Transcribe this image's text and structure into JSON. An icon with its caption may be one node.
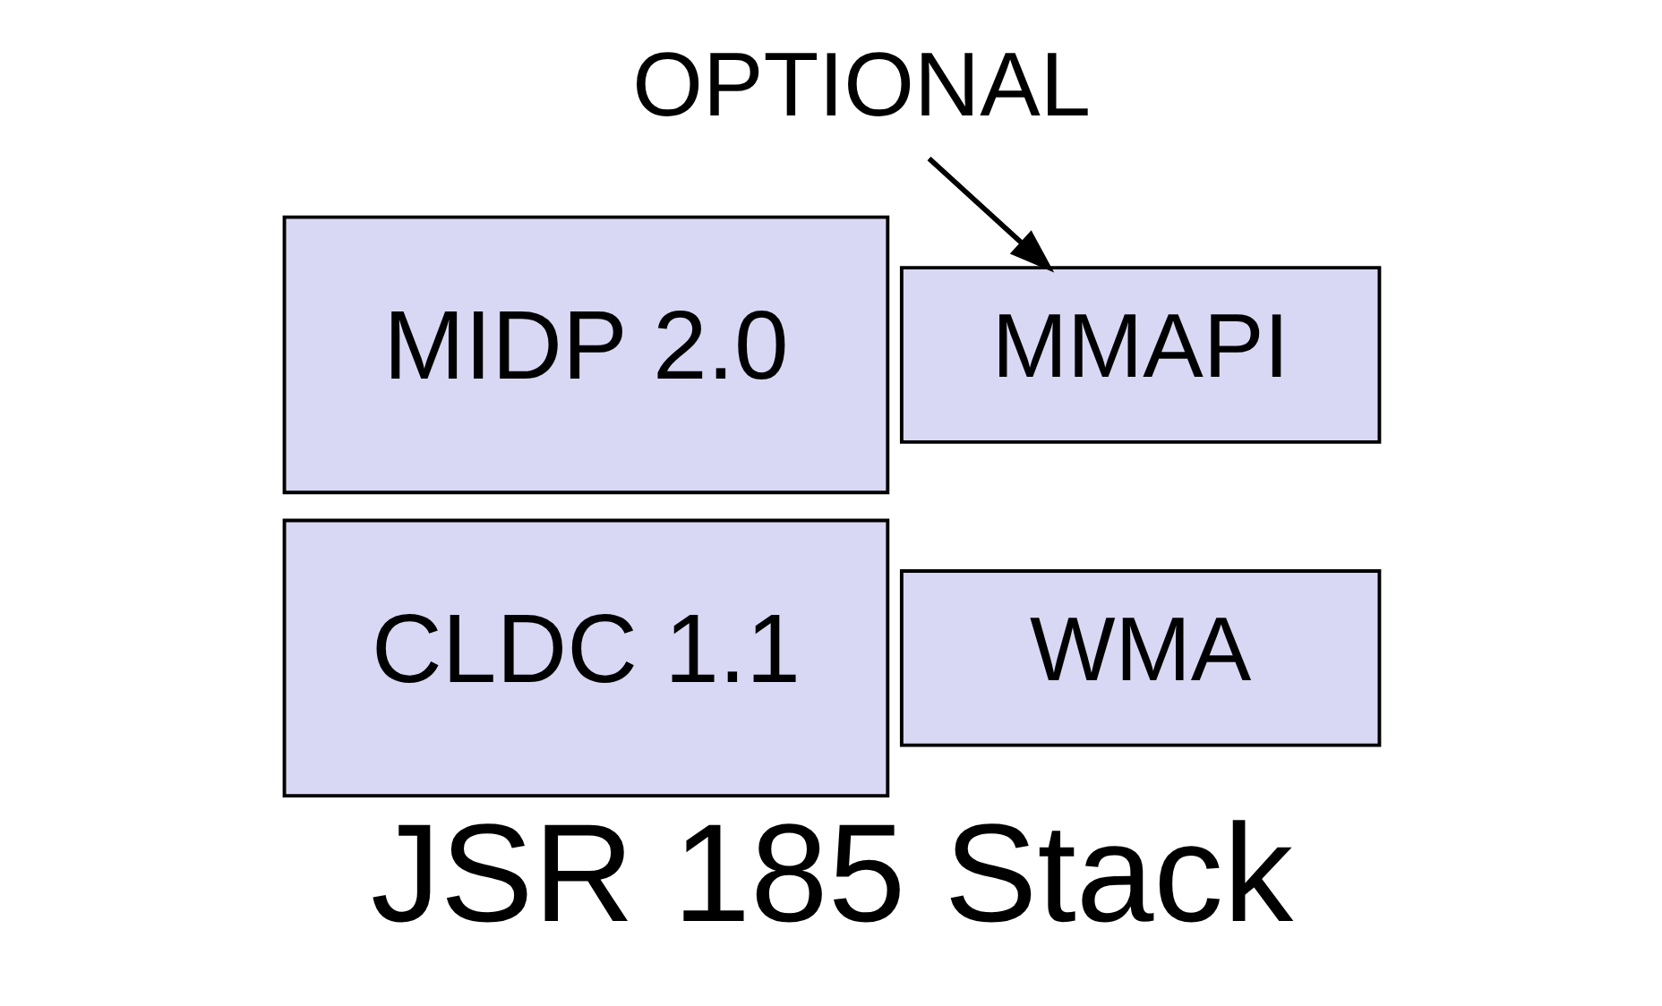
{
  "diagram": {
    "caption": "JSR 185 Stack",
    "nodes": [
      {
        "text": [
          "MIDP 2.0"
        ]
      },
      {
        "text": [
          "CLDC 1.1"
        ]
      },
      {
        "text": [
          "MMAPI"
        ]
      },
      {
        "text": [
          "WMA"
        ]
      },
      {
        "text": [
          "OPTIONAL"
        ]
      }
    ],
    "edges": [
      {
        "from": 4,
        "to": 2,
        "arrow": "to"
      }
    ]
  }
}
